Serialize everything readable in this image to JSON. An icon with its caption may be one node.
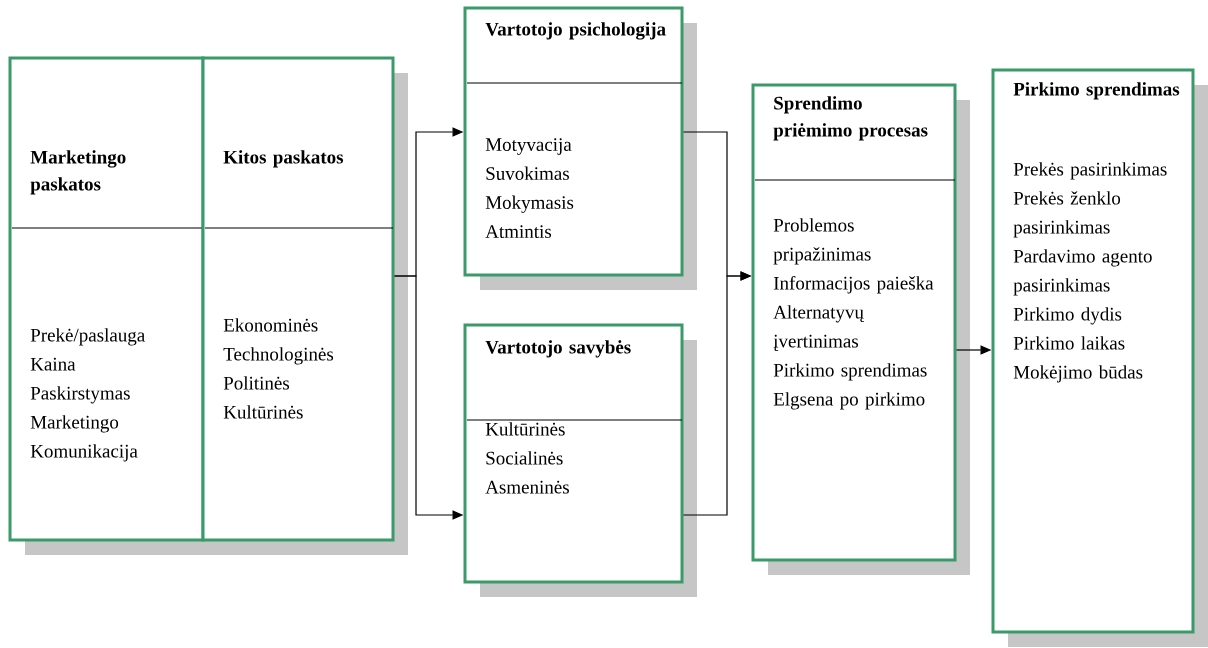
{
  "diagram": {
    "nodes": [
      {
        "text": [
          "Marketingo paskatos",
          "Prekė/paslauga",
          "Kaina",
          "Paskirstymas",
          "Marketingo Komunikacija"
        ]
      },
      {
        "text": [
          "Kitos paskatos",
          "Ekonominės",
          "Technologinės",
          "Politinės",
          "Kultūrinės"
        ]
      },
      {
        "text": [
          "Vartotojo psichologija",
          "Motyvacija",
          "Suvokimas",
          "Mokymasis",
          "Atmintis"
        ]
      },
      {
        "text": [
          "Vartotojo savybės",
          "Kultūrinės",
          "Socialinės",
          "Asmeninės"
        ]
      },
      {
        "text": [
          "Sprendimo priėmimo procesas",
          "Problemos pripažinimas",
          "Informacijos paieška",
          "Alternatyvų įvertinimas",
          "Pirkimo sprendimas",
          "Elgsena po pirkimo"
        ]
      },
      {
        "text": [
          "Pirkimo sprendimas",
          "Prekės pasirinkimas",
          "Prekės ženklo pasirinkimas",
          "Pardavimo agento pasirinkimas",
          "Pirkimo dydis",
          "Pirkimo laikas",
          "Mokėjimo būdas"
        ]
      }
    ],
    "edges": [
      {
        "from": 1,
        "to": 2,
        "arrow": "to"
      },
      {
        "from": 1,
        "to": 3,
        "arrow": "to"
      },
      {
        "from": 2,
        "to": 4,
        "arrow": "to"
      },
      {
        "from": 3,
        "to": 4,
        "arrow": "to"
      },
      {
        "from": 4,
        "to": 5,
        "arrow": "to"
      }
    ]
  }
}
